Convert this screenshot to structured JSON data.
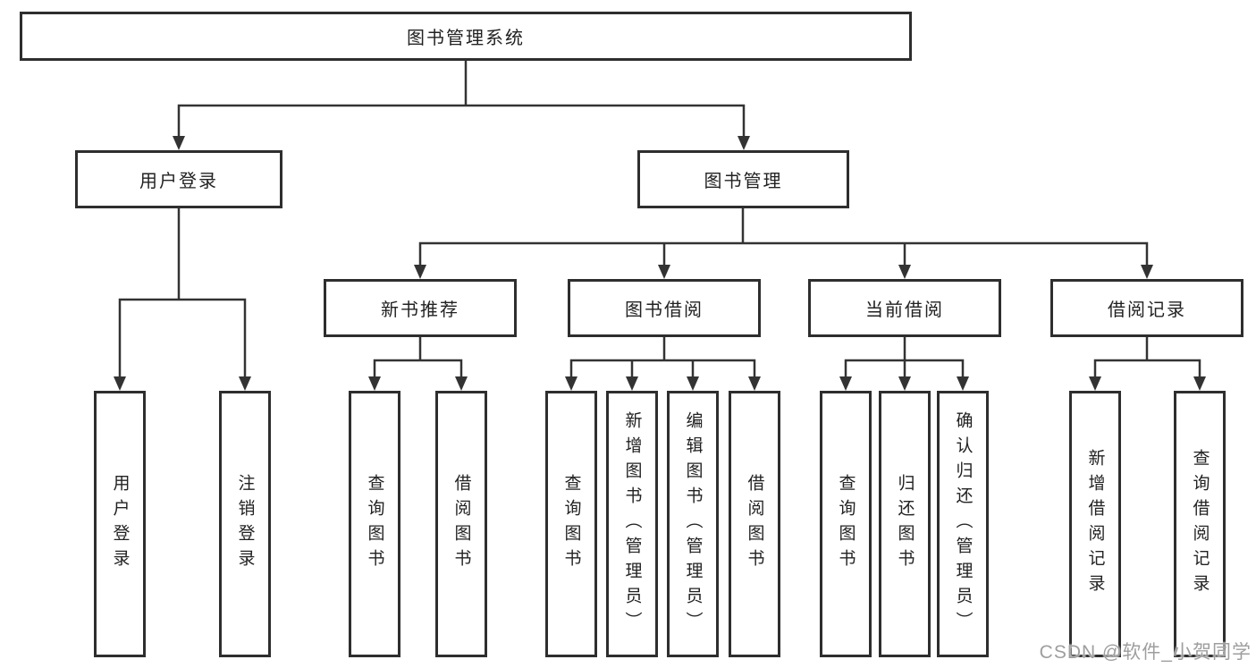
{
  "diagram": {
    "title": "图书管理系统",
    "branches": {
      "user_login": {
        "label": "用户登录",
        "children": {
          "login": "用户登录",
          "logout": "注销登录"
        }
      },
      "book_mgmt": {
        "label": "图书管理",
        "groups": {
          "new_book": {
            "label": "新书推荐",
            "children": {
              "query": "查询图书",
              "borrow": "借阅图书"
            }
          },
          "book_borrow": {
            "label": "图书借阅",
            "children": {
              "query": "查询图书",
              "add": "新增图书（管理员）",
              "edit": "编辑图书（管理员）",
              "borrow": "借阅图书"
            }
          },
          "current_borrow": {
            "label": "当前借阅",
            "children": {
              "query": "查询图书",
              "return": "归还图书",
              "confirm": "确认归还（管理员）"
            }
          },
          "records": {
            "label": "借阅记录",
            "children": {
              "add": "新增借阅记录",
              "query": "查询借阅记录"
            }
          }
        }
      }
    }
  },
  "watermark": "CSDN @软件_小贺同学",
  "colors": {
    "line": "#333333",
    "border": "#2e2e2e",
    "watermark": "#9e9e9e"
  }
}
